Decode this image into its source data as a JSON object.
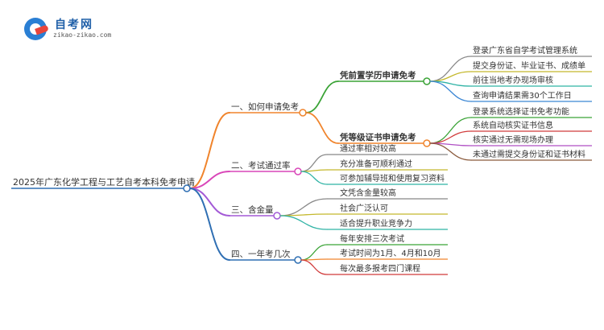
{
  "logo": {
    "title": "自考网",
    "subtitle": "zikao-zikao.com"
  },
  "root": {
    "label": "2025年广东化学工程与工艺自考本科免考申请"
  },
  "branches": [
    {
      "label": "一、如何申请免考",
      "color": "#f0842c",
      "children": [
        {
          "label": "凭前置学历申请免考",
          "color": "#3aa336",
          "bold": true,
          "children": [
            {
              "label": "登录广东省自学考试管理系统",
              "color": "#888888"
            },
            {
              "label": "提交身份证、毕业证书、成绩单",
              "color": "#c4b82c"
            },
            {
              "label": "前往当地考办现场审核",
              "color": "#2fb3a5"
            },
            {
              "label": "查询申请结果需30个工作日",
              "color": "#3a86d4"
            }
          ]
        },
        {
          "label": "凭等级证书申请免考",
          "color": "#f0842c",
          "bold": true,
          "children": [
            {
              "label": "登录系统选择证书免考功能",
              "color": "#3aa336"
            },
            {
              "label": "系统自动核实证书信息",
              "color": "#d13b3b"
            },
            {
              "label": "核实通过无需现场办理",
              "color": "#b04fc4"
            },
            {
              "label": "未通过需提交身份证和证书材料",
              "color": "#8a5a3c"
            }
          ]
        }
      ]
    },
    {
      "label": "二、考试通过率",
      "color": "#d946b8",
      "children": [
        {
          "label": "通过率相对较高",
          "color": "#888888"
        },
        {
          "label": "充分准备可顺利通过",
          "color": "#c4b82c"
        },
        {
          "label": "可参加辅导班和使用复习资料",
          "color": "#2fb3a5"
        }
      ]
    },
    {
      "label": "三、含金量",
      "color": "#a35ad6",
      "children": [
        {
          "label": "文凭含金量较高",
          "color": "#888888"
        },
        {
          "label": "社会广泛认可",
          "color": "#c4b82c"
        },
        {
          "label": "适合提升职业竞争力",
          "color": "#2fb3a5"
        }
      ]
    },
    {
      "label": "四、一年考几次",
      "color": "#2f6fb3",
      "children": [
        {
          "label": "每年安排三次考试",
          "color": "#3aa336"
        },
        {
          "label": "考试时间为1月、4月和10月",
          "color": "#f0842c"
        },
        {
          "label": "每次最多报考四门课程",
          "color": "#d13b3b"
        }
      ]
    }
  ]
}
